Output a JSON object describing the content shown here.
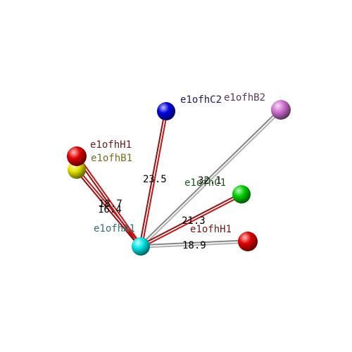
{
  "scene": {
    "background": "#ffffff",
    "atoms": [
      {
        "id": "center",
        "label": "e1ofhA1",
        "color": "#00e5e5",
        "label_color": "#2f6f73"
      },
      {
        "id": "h1a",
        "label": "e1ofhH1",
        "color": "#e00000",
        "label_color": "#6b1a1a"
      },
      {
        "id": "b1",
        "label": "e1ofhB1",
        "color": "#e5e500",
        "label_color": "#6f6f1f"
      },
      {
        "id": "c2",
        "label": "e1ofhC2",
        "color": "#0000e0",
        "label_color": "#1a1a5a"
      },
      {
        "id": "b2",
        "label": "e1ofhB2",
        "color": "#d070d0",
        "label_color": "#5a3a5a"
      },
      {
        "id": "c1",
        "label": "e1ofhC1",
        "color": "#00d000",
        "label_color": "#1a5a1a"
      },
      {
        "id": "h1b",
        "label": "e1ofhH1",
        "color": "#e00000",
        "label_color": "#6b1a1a"
      }
    ],
    "bonds": [
      {
        "to": "h1a",
        "distance": "18.7",
        "color": "#cc1111"
      },
      {
        "to": "b1",
        "distance": "16.4",
        "color": "#cc1111"
      },
      {
        "to": "c2",
        "distance": "23.5",
        "color": "#cc1111"
      },
      {
        "to": "b2",
        "distance": "32.1",
        "color": "#b0b0b0"
      },
      {
        "to": "c1",
        "distance": "21.3",
        "color": "#cc1111"
      },
      {
        "to": "h1b",
        "distance": "18.9",
        "color": "#b0b0b0"
      }
    ]
  }
}
